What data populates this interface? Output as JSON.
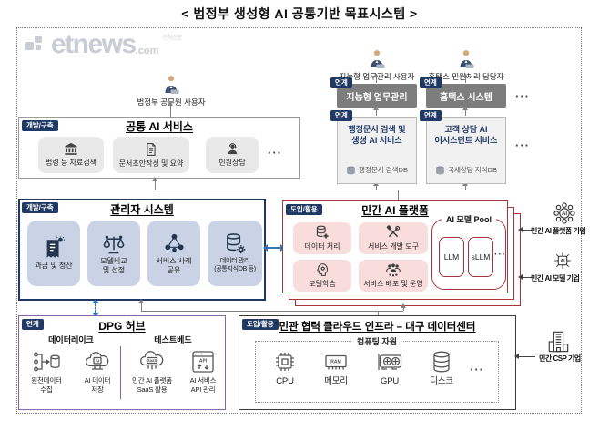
{
  "title": "< 범정부 생성형 AI 공통기반 목표시스템 >",
  "watermark": {
    "brand": "etnews",
    "com": ".com",
    "tagline": "전자신문"
  },
  "tags": {
    "develop": "개발/구축",
    "link": "연계",
    "adopt": "도입/활용"
  },
  "users": {
    "gov": "범정부 공무원 사용자",
    "intelligent_work": "지능형 업무관리 사용자",
    "hometax": "홈택스 민원처리 담당자"
  },
  "common_ai": {
    "title": "공통 AI 서비스",
    "items": [
      "법령 등 자료검색",
      "문서초안작성 및 요약",
      "민원상담"
    ],
    "more": "···"
  },
  "external": {
    "systems": [
      "지능형 업무관리",
      "홈택스 시스템"
    ],
    "systems_more": "···",
    "services": [
      {
        "name": "행정문서 검색 및\n생성 AI 서비스",
        "db": "행정문서 검색DB"
      },
      {
        "name": "고객 상담 AI\n어시스턴트 서비스",
        "db": "국세상담 지식DB"
      }
    ],
    "services_more": "···"
  },
  "admin": {
    "title": "관리자 시스템",
    "items": [
      "과금 및 정산",
      "모델비교\n및 선정",
      "서비스 사례\n공유",
      "데이터 관리\n(공통지식DB 등)"
    ]
  },
  "platform": {
    "title": "민간 AI 플랫폼",
    "items": [
      "데이터 처리",
      "서비스 개발 도구",
      "모델학습",
      "서비스 배포 및 운영"
    ],
    "pool": {
      "title": "AI 모델 Pool",
      "models": [
        "LLM",
        "sLLM"
      ],
      "more": "···"
    }
  },
  "partners": {
    "platform_company": "민간 AI 플랫폼 기업",
    "model_company": "민간 AI 모델 기업",
    "csp_company": "민간 CSP 기업"
  },
  "dpg": {
    "title": "DPG 허브",
    "datalake": {
      "name": "데이터레이크",
      "items": [
        "원천데이터\n수집",
        "AI 데이터\n저장"
      ]
    },
    "testbed": {
      "name": "테스트베드",
      "items": [
        "민간 AI 플랫폼\nSaaS 활용",
        "AI 서비스\nAPI 관리"
      ]
    }
  },
  "cloud": {
    "title": "민관 협력 클라우드 인프라 – 대구 데이터센터",
    "resources": "컴퓨팅 자원",
    "items": [
      "CPU",
      "메모리",
      "GPU",
      "디스크"
    ],
    "more": "···"
  },
  "icon_glyphs": {
    "ai": "AI",
    "ram": "RAM",
    "api": "API",
    "saas": "SaaS"
  },
  "colors": {
    "navy": "#1f3864",
    "red": "#a93439",
    "purple": "#8a63ad",
    "blue_arrow": "#2e74b5",
    "gray_box": "#7d7d7d"
  }
}
